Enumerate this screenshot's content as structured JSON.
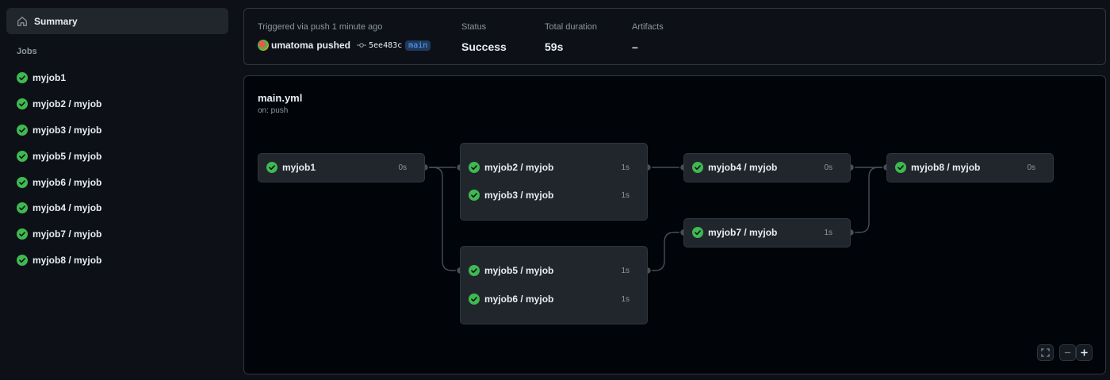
{
  "sidebar": {
    "summary_label": "Summary",
    "jobs_heading": "Jobs",
    "jobs": [
      "myjob1",
      "myjob2 / myjob",
      "myjob3 / myjob",
      "myjob5 / myjob",
      "myjob6 / myjob",
      "myjob4 / myjob",
      "myjob7 / myjob",
      "myjob8 / myjob"
    ]
  },
  "header": {
    "triggered_label": "Triggered via push 1 minute ago",
    "actor": "umatoma",
    "action": "pushed",
    "commit_sha": "5ee483c",
    "branch": "main",
    "status_label": "Status",
    "status_value": "Success",
    "duration_label": "Total duration",
    "duration_value": "59s",
    "artifacts_label": "Artifacts",
    "artifacts_value": "–"
  },
  "workflow": {
    "file": "main.yml",
    "trigger": "on: push",
    "nodes": [
      {
        "jobs": [
          {
            "name": "myjob1",
            "duration": "0s"
          }
        ]
      },
      {
        "jobs": [
          {
            "name": "myjob2 / myjob",
            "duration": "1s"
          },
          {
            "name": "myjob3 / myjob",
            "duration": "1s"
          }
        ]
      },
      {
        "jobs": [
          {
            "name": "myjob5 / myjob",
            "duration": "1s"
          },
          {
            "name": "myjob6 / myjob",
            "duration": "1s"
          }
        ]
      },
      {
        "jobs": [
          {
            "name": "myjob4 / myjob",
            "duration": "0s"
          }
        ]
      },
      {
        "jobs": [
          {
            "name": "myjob7 / myjob",
            "duration": "1s"
          }
        ]
      },
      {
        "jobs": [
          {
            "name": "myjob8 / myjob",
            "duration": "0s"
          }
        ]
      }
    ]
  },
  "colors": {
    "success": "#3fb950",
    "accent": "#58a6ff",
    "bg": "#0d1117",
    "canvas": "#010409",
    "node": "#21262d",
    "border": "#30363d"
  },
  "icons": {
    "summary": "home-icon",
    "job_status": "check-circle-fill-icon",
    "commit": "git-commit-icon",
    "fullscreen": "screen-full-icon",
    "zoom_out": "minus-icon",
    "zoom_in": "plus-icon"
  }
}
